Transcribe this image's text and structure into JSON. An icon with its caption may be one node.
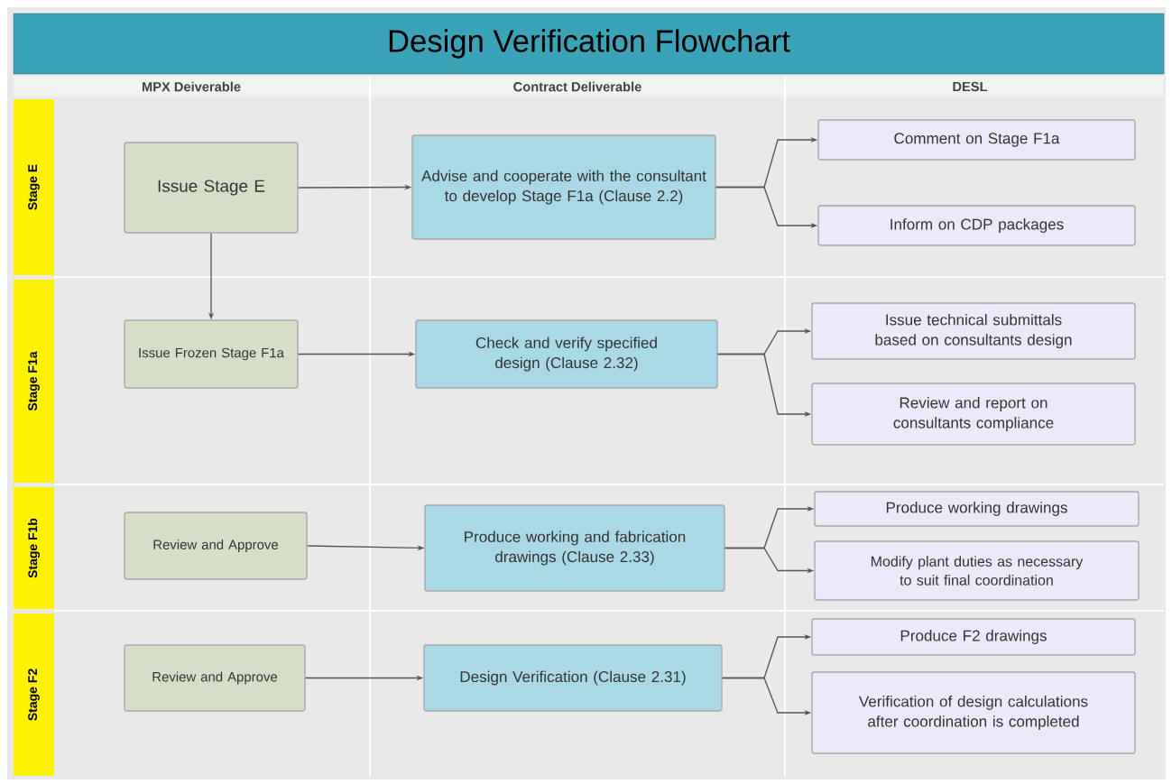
{
  "diagram": {
    "title": "Design Verification Flowchart",
    "nodes": [
      {
        "text": [
          "Stage E"
        ]
      },
      {
        "text": [
          "Issue Stage E"
        ]
      },
      {
        "text": [
          "Advise and cooperate with the consultant to develop Stage F1a (Clause 2.2)"
        ]
      },
      {
        "text": [
          "Comment on Stage F1a"
        ]
      },
      {
        "text": [
          "Inform on CDP packages"
        ]
      },
      {
        "text": [
          "Stage F1a"
        ]
      },
      {
        "text": [
          "Issue Frozen Stage F1a"
        ]
      },
      {
        "text": [
          "Check and verify specified design (Clause 2.32)"
        ]
      },
      {
        "text": [
          "Issue technical submittals based on consultants design"
        ]
      },
      {
        "text": [
          "Review and report on consultants compliance"
        ]
      },
      {
        "text": [
          "Stage F1b"
        ]
      },
      {
        "text": [
          "Review and Approve"
        ]
      },
      {
        "text": [
          "Produce working and fabrication drawings (Clause 2.33)"
        ]
      },
      {
        "text": [
          "Produce working drawings"
        ]
      },
      {
        "text": [
          "Modify plant duties as necessary to suit final coordination"
        ]
      },
      {
        "text": [
          "Stage F2"
        ]
      },
      {
        "text": [
          "Review and Approve"
        ]
      },
      {
        "text": [
          "Design Verification (Clause 2.31)"
        ]
      },
      {
        "text": [
          "Produce F2 drawings"
        ]
      },
      {
        "text": [
          "Verification of design calculations after coordination is completed"
        ]
      }
    ],
    "edges": [
      {
        "from": 1,
        "to": 2,
        "arrow": "to"
      },
      {
        "from": 2,
        "to": 3,
        "arrow": "to"
      },
      {
        "from": 2,
        "to": 4,
        "arrow": "to"
      },
      {
        "from": 1,
        "to": 6,
        "arrow": "to"
      },
      {
        "from": 6,
        "to": 7,
        "arrow": "to"
      },
      {
        "from": 7,
        "to": 8,
        "arrow": "to"
      },
      {
        "from": 7,
        "to": 9,
        "arrow": "to"
      },
      {
        "from": 11,
        "to": 12,
        "arrow": "to"
      },
      {
        "from": 12,
        "to": 13,
        "arrow": "to"
      },
      {
        "from": 12,
        "to": 14,
        "arrow": "to"
      },
      {
        "from": 16,
        "to": 17,
        "arrow": "to"
      },
      {
        "from": 17,
        "to": 18,
        "arrow": "to"
      },
      {
        "from": 17,
        "to": 19,
        "arrow": "to"
      }
    ],
    "labels": [
      "MPX Deiverable",
      "Contract Deliverable",
      "DESL"
    ]
  }
}
